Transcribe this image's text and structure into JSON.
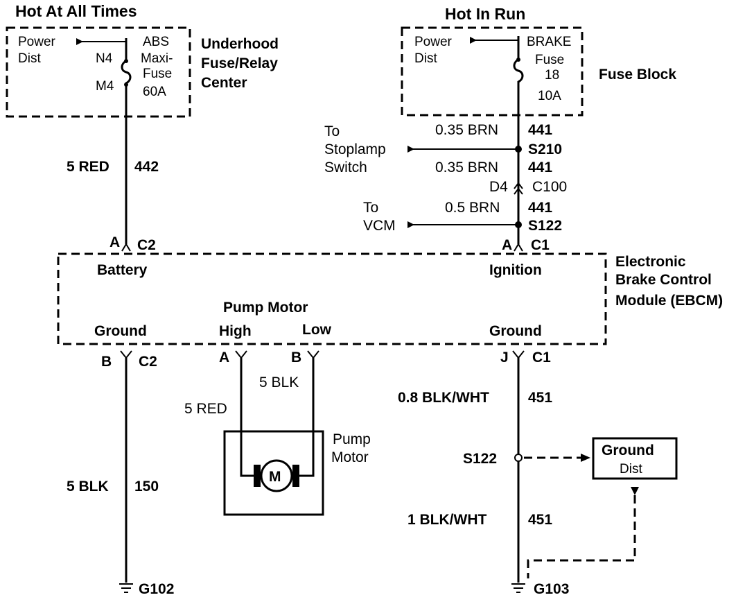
{
  "headers": {
    "left": "Hot At All Times",
    "right": "Hot In Run"
  },
  "underhood": {
    "power_dist": [
      "Power",
      "Dist"
    ],
    "fuse_name": [
      "ABS",
      "Maxi-",
      "Fuse",
      "60A"
    ],
    "pin_top": "N4",
    "pin_bottom": "M4",
    "center_label": [
      "Underhood",
      "Fuse/Relay",
      "Center"
    ]
  },
  "fuse_block": {
    "power_dist": [
      "Power",
      "Dist"
    ],
    "fuse_name": [
      "BRAKE",
      "Fuse",
      "18",
      "10A"
    ],
    "label": "Fuse Block"
  },
  "battery_wire": {
    "gauge_color": "5 RED",
    "circuit": "442"
  },
  "ignition_chain": {
    "wire1": {
      "gauge_color": "0.35 BRN",
      "circuit": "441"
    },
    "splice1": "S210",
    "stoplamp": [
      "To",
      "Stoplamp",
      "Switch"
    ],
    "wire2": {
      "gauge_color": "0.35 BRN",
      "circuit": "441"
    },
    "connector_pin": "D4",
    "connector": "C100",
    "wire3": {
      "gauge_color": "0.5 BRN",
      "circuit": "441"
    },
    "vcm": [
      "To",
      "VCM"
    ],
    "splice2": "S122"
  },
  "ebcm": {
    "label": [
      "Electronic",
      "Brake Control",
      "Module (EBCM)"
    ],
    "battery_pin": {
      "pin": "A",
      "connector": "C2",
      "name": "Battery"
    },
    "ignition_pin": {
      "pin": "A",
      "connector": "C1",
      "name": "Ignition"
    },
    "pump_motor_title": "Pump Motor",
    "high": {
      "name": "High",
      "pin": "A"
    },
    "low": {
      "name": "Low",
      "pin": "B"
    },
    "ground_left": {
      "name": "Ground",
      "pin": "B",
      "connector": "C2"
    },
    "ground_right": {
      "name": "Ground",
      "pin": "J",
      "connector": "C1"
    }
  },
  "pump": {
    "high_wire": "5 RED",
    "low_wire": "5 BLK",
    "label": [
      "Pump",
      "Motor"
    ],
    "symbol": "M"
  },
  "left_ground": {
    "wire": {
      "gauge_color": "5 BLK",
      "circuit": "150"
    },
    "ground": "G102"
  },
  "right_ground": {
    "wire1": {
      "gauge_color": "0.8 BLK/WHT",
      "circuit": "451"
    },
    "splice": "S122",
    "ground_dist": [
      "Ground",
      "Dist"
    ],
    "wire2": {
      "gauge_color": "1  BLK/WHT",
      "circuit": "451"
    },
    "ground": "G103"
  }
}
